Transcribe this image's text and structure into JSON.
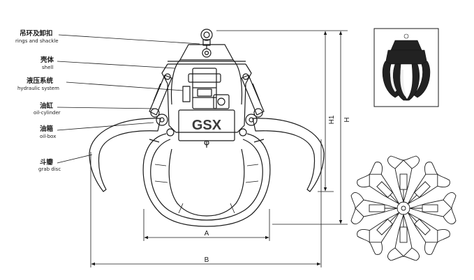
{
  "labels": [
    {
      "zh": "吊环及卸扣",
      "en": "rings and shackle"
    },
    {
      "zh": "壳体",
      "en": "shell"
    },
    {
      "zh": "液压系统",
      "en": "hydraulic system"
    },
    {
      "zh": "油缸",
      "en": "oil-cylinder"
    },
    {
      "zh": "油箱",
      "en": "oil-box"
    },
    {
      "zh": "斗瓣",
      "en": "grab disc"
    }
  ],
  "dimensions": {
    "a": "A",
    "b": "B",
    "h1": "H1",
    "h": "H"
  },
  "logo": "GSX",
  "colors": {
    "line": "#1a1a1a",
    "photo_bg": "#ffffff",
    "grab_body": "#222222"
  }
}
